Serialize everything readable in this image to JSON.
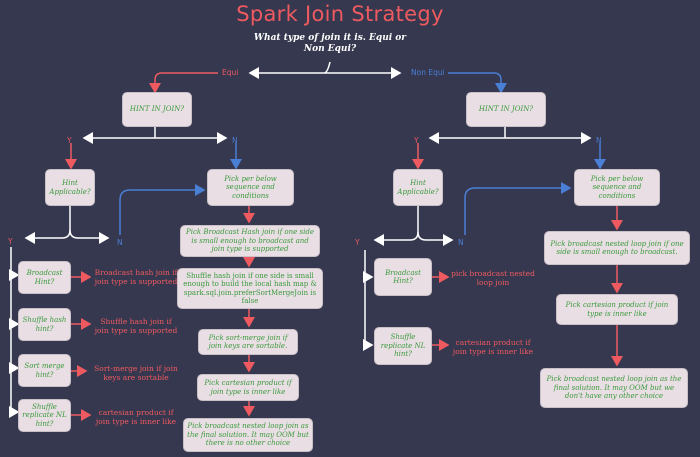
{
  "title": "Spark Join Strategy",
  "question": "What type of join it is. Equi or Non Equi?",
  "branch_labels": {
    "equi": "Equi",
    "non_equi": "Non Equi",
    "y": "Y",
    "n": "N"
  },
  "equi": {
    "hint_box": "HINT IN JOIN?",
    "hint_applicable": "Hint Applicable?",
    "pick_sequence": "Pick per below sequence and conditions",
    "hints": [
      {
        "label": "Broadcast Hint?",
        "result": "Broadcast hash join if join type is supported"
      },
      {
        "label": "Shuffle hash hint?",
        "result": "Shuffle hash join if join type is supported"
      },
      {
        "label": "Sort merge hint?",
        "result": "Sort-merge join if join keys are sortable"
      },
      {
        "label": "Shuffle replicate NL hint?",
        "result": "cartesian product if join type is inner like"
      }
    ],
    "sequence": [
      "Pick Broadcast Hash join if one side is small enough to broadcast and join type is supported",
      "Shuffle hash join if one side is small enough to build the local hash map  & spark.sql.join.preferSortMergeJoin is false",
      "Pick sort-merge join if join keys are sortable.",
      "Pick cartesian product if join type is inner like",
      "Pick broadcast nested loop join as the final solution. It may OOM but there is no other choice"
    ]
  },
  "non_equi": {
    "hint_box": "HINT  IN JOIN?",
    "hint_applicable": "Hint Applicable?",
    "pick_sequence": "Pick per below sequence and conditions",
    "hints": [
      {
        "label": "Broadcast Hint?",
        "result": "pick broadcast nested loop join"
      },
      {
        "label": "Shuffle replicate NL hint?",
        "result": "cartesian product if join type is inner like"
      }
    ],
    "sequence": [
      "Pick broadcast nested loop join if one side is small enough to broadcast.",
      "Pick cartesian product if join type is inner like",
      "Pick broadcast nested loop join as the final solution. It may OOM but we don't have any other choice"
    ]
  },
  "colors": {
    "background": "#36384f",
    "red": "#ee5a60",
    "blue": "#4a7fd6",
    "white": "#ffffff",
    "box": "#e8dee4",
    "box_text": "#3c9a3c"
  }
}
